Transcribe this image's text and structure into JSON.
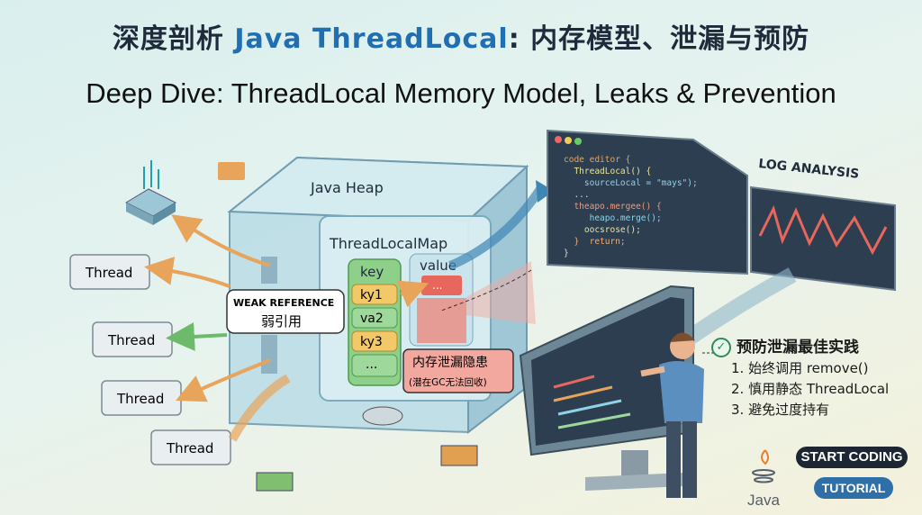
{
  "title": {
    "zh_prefix": "深度剖析 ",
    "highlight": "Java ThreadLocal",
    "zh_suffix": ": 内存模型、泄漏与预防",
    "subtitle": "Deep Dive: ThreadLocal Memory Model, Leaks & Prevention"
  },
  "colors": {
    "title_dark": "#1f2b3a",
    "title_blue": "#1f6fb2",
    "key_green": "#8ecf8a",
    "key_yellow": "#f3c868",
    "leak_red": "#e8675c",
    "code_bg": "#2c3e50"
  },
  "heap": {
    "label": "Java Heap",
    "map_label": "ThreadLocalMap",
    "key_header": "key",
    "value_header": "value",
    "keys": [
      "ky1",
      "va2",
      "ky3",
      "..."
    ],
    "value_cell": "..."
  },
  "threads": [
    "Thread",
    "Thread",
    "Thread",
    "Thread"
  ],
  "weak_ref": {
    "en": "WEAK REFERENCE",
    "zh": "弱引用"
  },
  "leak": {
    "title": "内存泄漏隐患",
    "note": "(潜在GC无法回收)"
  },
  "code_editor": {
    "lines": [
      "code editor {",
      "  ThreadLocal() {",
      "    sourceLocal = \"mays\");",
      "  ...",
      "  theapo.mergee() {",
      "     heapo.merge();",
      "    oocsrose();",
      "  }  return;",
      "}"
    ]
  },
  "log": {
    "label": "LOG ANALYSIS"
  },
  "best_practices": {
    "title": "预防泄漏最佳实践",
    "items": [
      "1. 始终调用 remove()",
      "2. 慎用静态 ThreadLocal",
      "3. 避免过度持有"
    ]
  },
  "brand": {
    "java": "Java",
    "start": "START CODING",
    "tutorial": "TUTORIAL"
  }
}
